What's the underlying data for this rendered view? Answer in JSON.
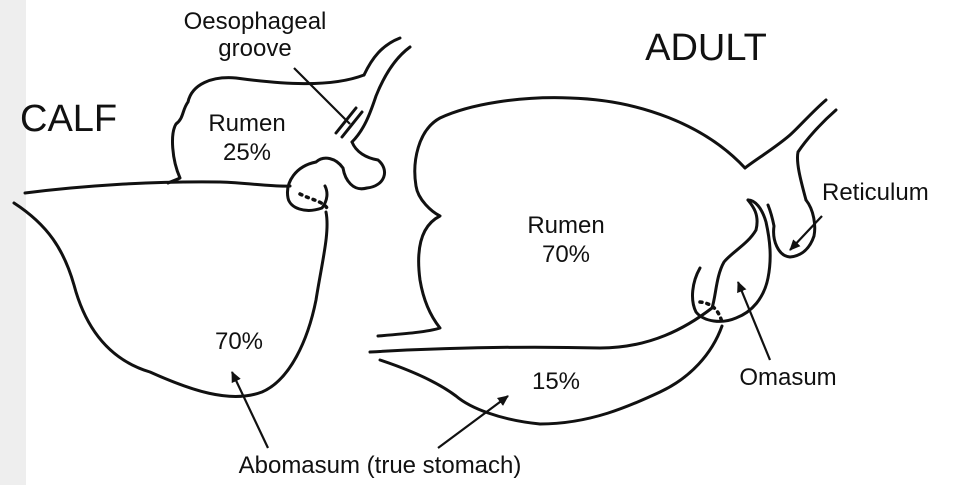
{
  "calf": {
    "title": "CALF",
    "oesophageal_groove": [
      "Oesophageal",
      "groove"
    ],
    "rumen": [
      "Rumen",
      "25%"
    ],
    "abomasum_pct": "70%"
  },
  "adult": {
    "title": "ADULT",
    "rumen": [
      "Rumen",
      "70%"
    ],
    "abomasum_pct": "15%",
    "reticulum": "Reticulum",
    "omasum": "Omasum"
  },
  "abomasum_label": "Abomasum (true stomach)"
}
